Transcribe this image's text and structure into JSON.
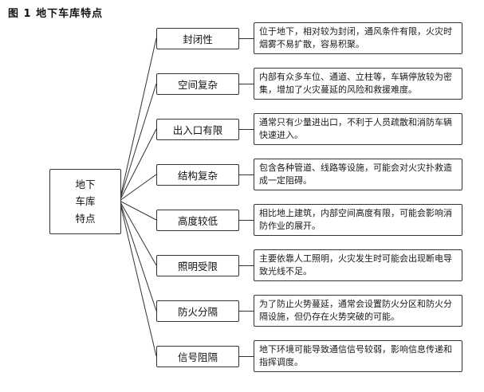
{
  "figure": {
    "title": "图 1  地下车库特点"
  },
  "root": {
    "lines": [
      "地下",
      "车库",
      "特点"
    ]
  },
  "features": [
    {
      "label": "封闭性",
      "desc": "位于地下，相对较为封闭，通风条件有限，火灾时烟雾不易扩散，容易积聚。"
    },
    {
      "label": "空间复杂",
      "desc": "内部有众多车位、通道、立柱等，车辆停放较为密集，增加了火灾蔓延的风险和救援难度。"
    },
    {
      "label": "出入口有限",
      "desc": "通常只有少量进出口，不利于人员疏散和消防车辆快速进入。"
    },
    {
      "label": "结构复杂",
      "desc": "包含各种管道、线路等设施，可能会对火灾扑救造成一定阻碍。"
    },
    {
      "label": "高度较低",
      "desc": "相比地上建筑，内部空间高度有限，可能会影响消防作业的展开。"
    },
    {
      "label": "照明受限",
      "desc": "主要依靠人工照明，火灾发生时可能会出现断电导致光线不足。"
    },
    {
      "label": "防火分隔",
      "desc": "为了防止火势蔓延，通常会设置防火分区和防火分隔设施，但仍存在火势突破的可能。"
    },
    {
      "label": "信号阻隔",
      "desc": "地下环境可能导致通信信号较弱，影响信息传递和指挥调度。"
    }
  ],
  "style": {
    "line_color": "#333333",
    "box_border_color": "#333333",
    "background": "#ffffff"
  }
}
